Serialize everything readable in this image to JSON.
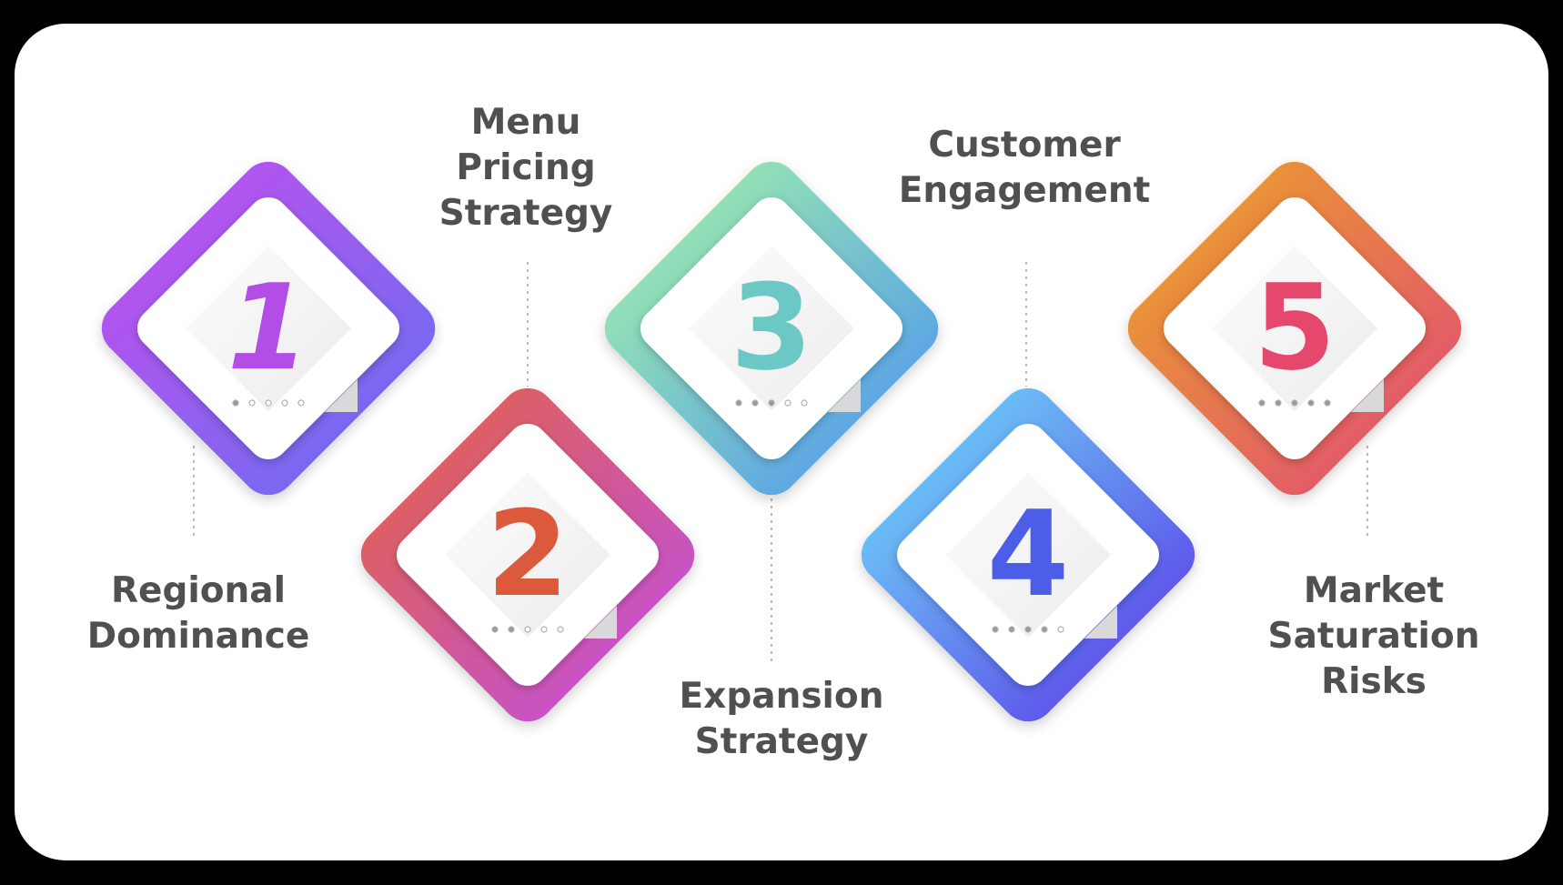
{
  "steps": [
    {
      "number": "1",
      "label_lines": [
        "Regional",
        "Dominance"
      ],
      "gradient": [
        "#c150ee",
        "#6a6df0"
      ],
      "number_color": "#b24ee6",
      "dots_filled": 1
    },
    {
      "number": "2",
      "label_lines": [
        "Menu",
        "Pricing",
        "Strategy"
      ],
      "gradient": [
        "#e2634a",
        "#c24fde"
      ],
      "number_color": "#dc5a3c",
      "dots_filled": 2
    },
    {
      "number": "3",
      "label_lines": [
        "Expansion",
        "Strategy"
      ],
      "gradient": [
        "#a0f0a8",
        "#4f98f0"
      ],
      "number_color": "#6cc8c4",
      "dots_filled": 3
    },
    {
      "number": "4",
      "label_lines": [
        "Customer",
        "Engagement"
      ],
      "gradient": [
        "#6fd8f8",
        "#5a3ee8"
      ],
      "number_color": "#4c5de8",
      "dots_filled": 4
    },
    {
      "number": "5",
      "label_lines": [
        "Market",
        "Saturation",
        "Risks"
      ],
      "gradient": [
        "#ec9f2c",
        "#e04e74"
      ],
      "number_color": "#e5476d",
      "dots_filled": 5
    }
  ],
  "colors": {
    "background": "#000000",
    "card": "#ffffff",
    "label_text": "#505050",
    "connector": "#b8b8b8"
  }
}
